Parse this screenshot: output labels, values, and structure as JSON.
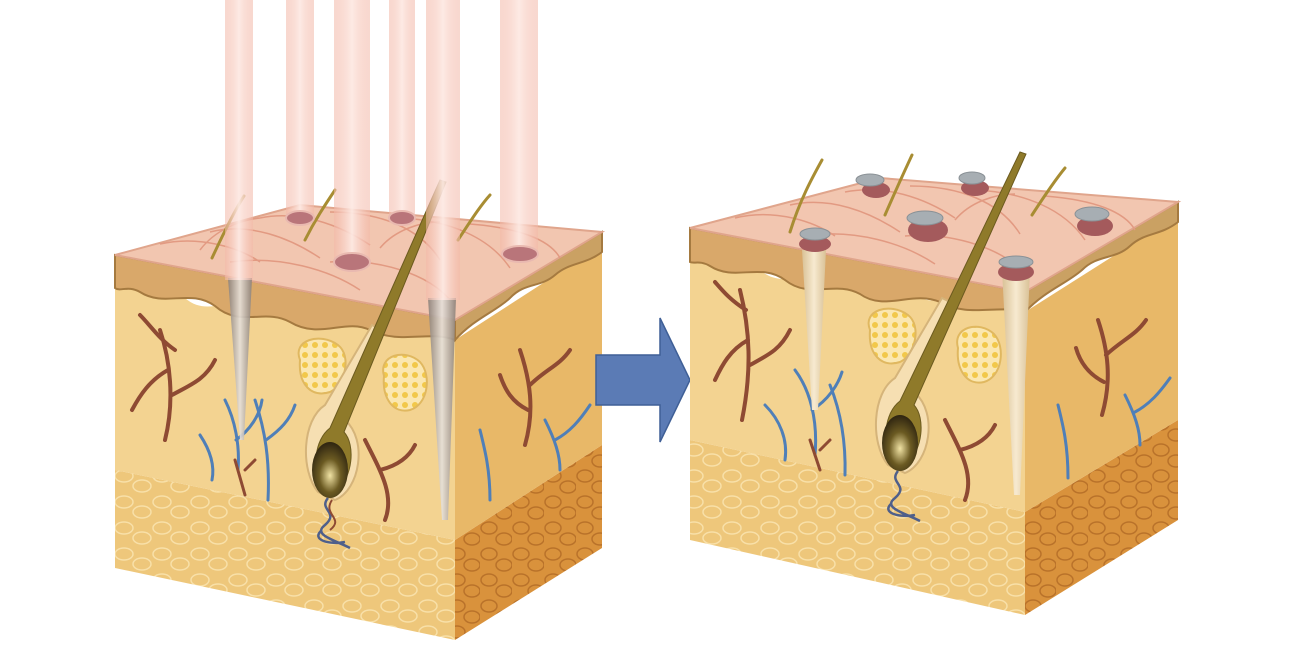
{
  "diagram": {
    "panels": [
      {
        "name": "before-treatment",
        "laser_beams": 6,
        "hairs": 5,
        "state": "laser-applied"
      },
      {
        "name": "after-treatment",
        "laser_beams": 0,
        "hairs": 5,
        "state": "microscopic-treatment-zones-healing"
      }
    ],
    "arrow": {
      "direction": "right",
      "color": "#5b7bb5"
    },
    "colors": {
      "epidermis_top": "#f2c6b0",
      "epidermis_grid": "#e7a48d",
      "dermis": "#f3d391",
      "dermis_side": "#e8b868",
      "fat": "#eec77b",
      "fat_side": "#d9923c",
      "laser": "#f6c9bd",
      "vessel_red": "#8e4a33",
      "vessel_blue": "#4f7fb8",
      "hair": "#b29a3a",
      "crust": "#a7aeb3",
      "wound": "#a45a5c"
    },
    "icons": [
      "laser-beam-icon",
      "hair-icon",
      "blood-vessel-icon",
      "gland-icon",
      "arrow-right-icon"
    ]
  }
}
